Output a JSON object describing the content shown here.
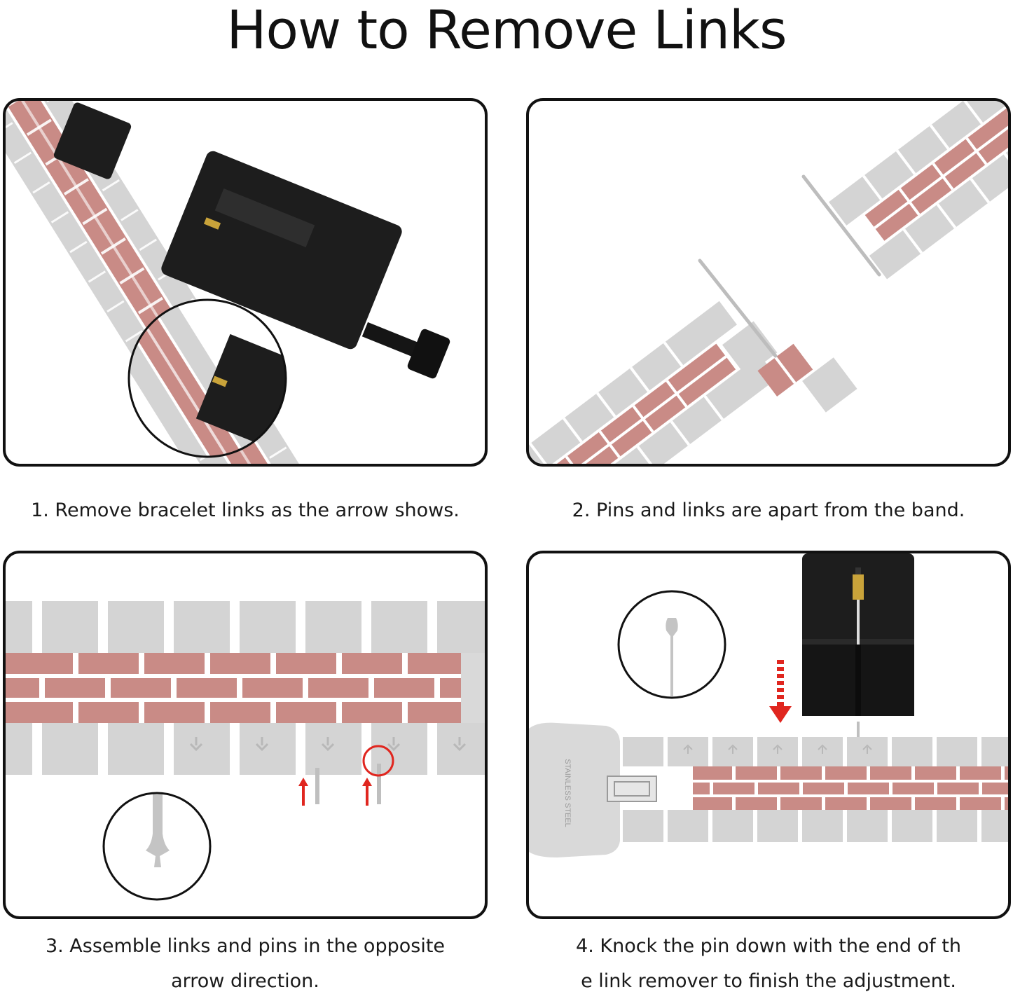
{
  "page": {
    "title": "How to Remove Links"
  },
  "steps": [
    {
      "caption": "1. Remove bracelet links as the arrow shows."
    },
    {
      "caption": "2. Pins and links are apart from the band."
    },
    {
      "caption_line1": "3. Assemble links and pins in the opposite",
      "caption_line2": "arrow direction."
    },
    {
      "caption_line1": "4. Knock the pin down with the end of th",
      "caption_line2": "e link remover to finish the adjustment."
    }
  ],
  "clasp_engraving": "STAINLESS STEEL",
  "colors": {
    "rose": "#c98b86",
    "silver": "#d2d2d2",
    "tool": "#1d1d1d",
    "arrow": "#e0261f",
    "brass": "#c9a33a"
  },
  "icons": [
    "link-remover-tool-icon",
    "pin-icon",
    "zoom-circle-icon",
    "arrow-up-icon",
    "arrow-down-icon",
    "clasp-icon"
  ]
}
